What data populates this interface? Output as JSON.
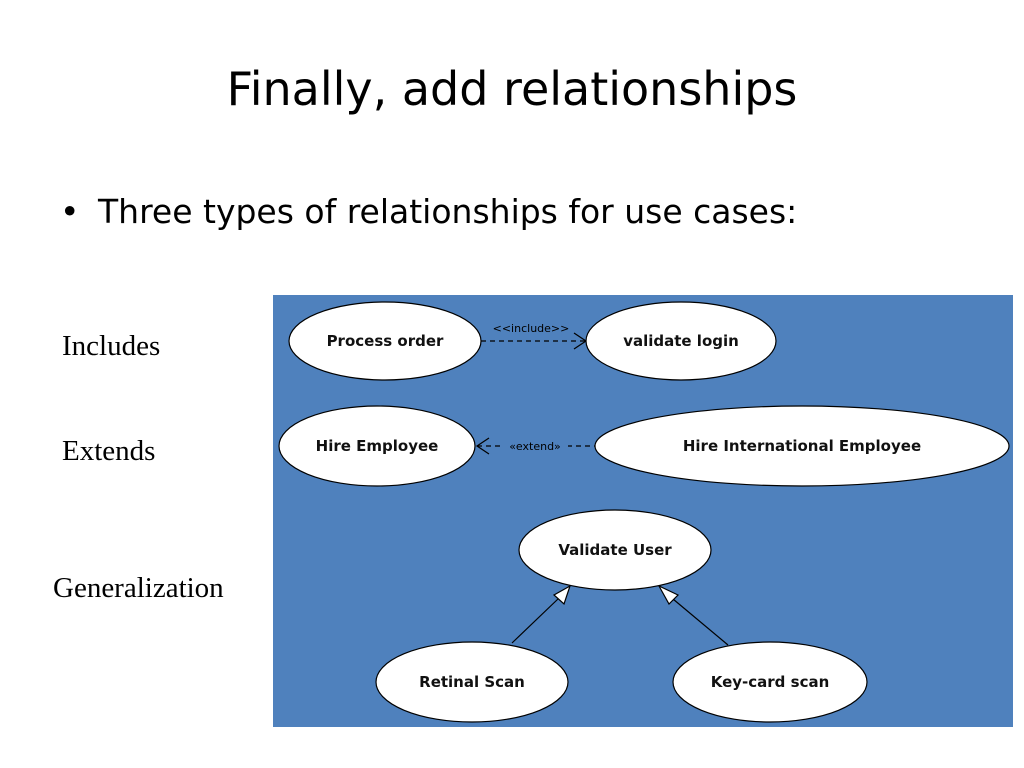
{
  "slide": {
    "title": "Finally, add relationships",
    "bullet_symbol": "•",
    "bullet_text": "Three types of relationships for use cases:"
  },
  "labels": {
    "includes": "Includes",
    "extends": "Extends",
    "generalization": "Generalization"
  },
  "diagram": {
    "background_color": "#4f81bd",
    "use_cases": {
      "process_order": "Process order",
      "validate_login": "validate login",
      "hire_employee": "Hire Employee",
      "hire_international_employee": "Hire International Employee",
      "validate_user": "Validate User",
      "retinal_scan": "Retinal Scan",
      "key_card_scan": "Key-card scan"
    },
    "stereotypes": {
      "include": "<<include>>",
      "extend": "«extend»"
    }
  }
}
